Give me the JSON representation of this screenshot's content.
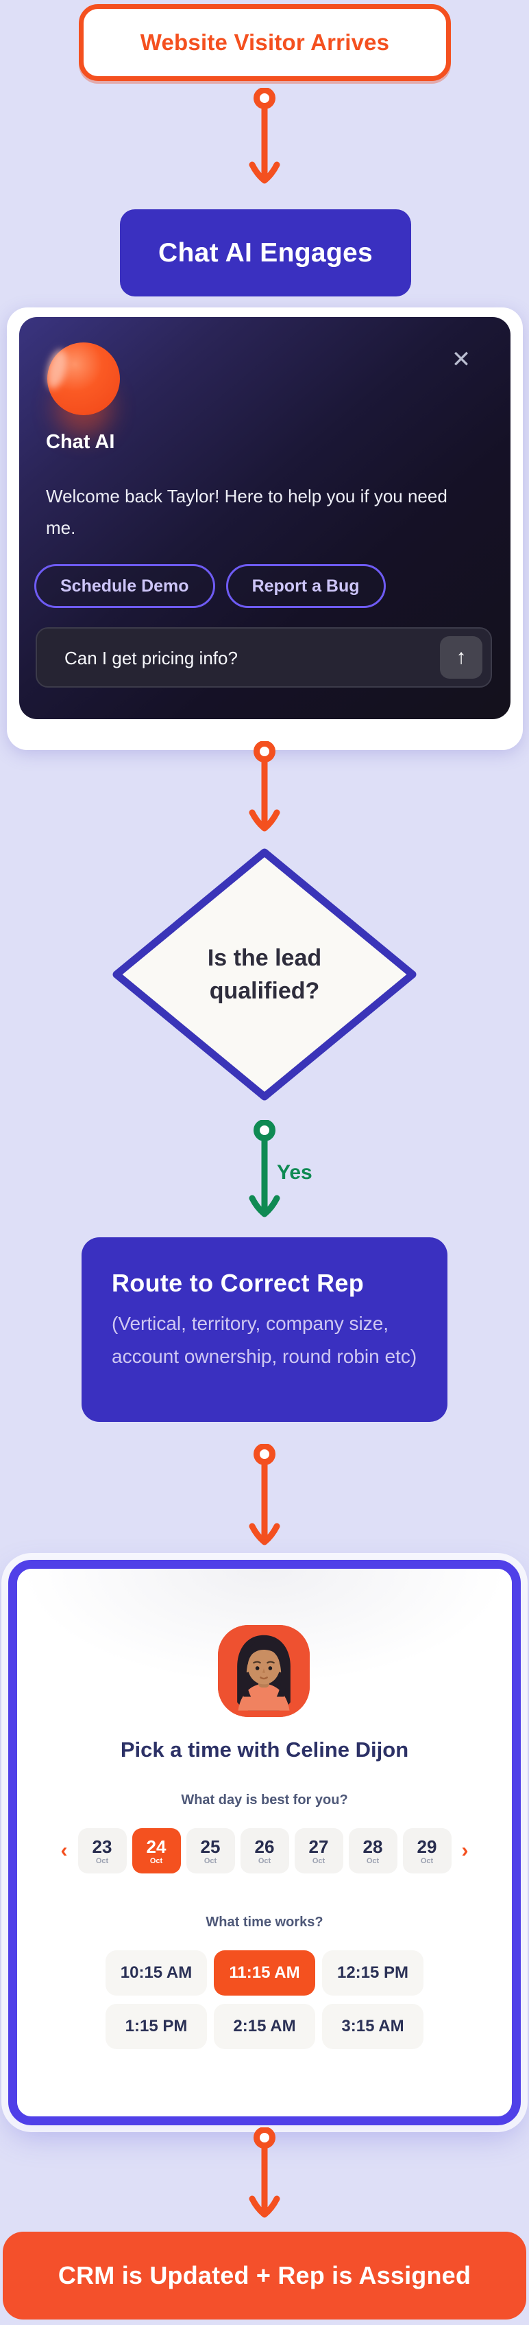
{
  "palette": {
    "background": "#dedff7",
    "orange": "#f4501f",
    "indigo": "#3a30c0",
    "green": "#0f8a53",
    "scheduler_border": "#5040e8",
    "diamond_border": "#3a34b8"
  },
  "flow": {
    "start_label": "Website Visitor Arrives",
    "engage_label": "Chat AI Engages",
    "decision_label": "Is the lead qualified?",
    "yes_label": "Yes",
    "route_heading": "Route to Correct Rep",
    "route_subtext": "(Vertical, territory, company size, account ownership, round robin etc)",
    "crm_label": "CRM is Updated + Rep is Assigned"
  },
  "chat_widget": {
    "title": "Chat AI",
    "message": "Welcome back Taylor! Here to help you if you need me.",
    "quick_replies": [
      "Schedule Demo",
      "Report a Bug"
    ],
    "input_value": "Can I get pricing info?",
    "close_icon": "✕",
    "send_icon": "↑"
  },
  "scheduler": {
    "title": "Pick a time with Celine Dijon",
    "day_question": "What day is best for you?",
    "month_label": "Oct",
    "days": [
      "23",
      "24",
      "25",
      "26",
      "27",
      "28",
      "29"
    ],
    "selected_day": "24",
    "prev_icon": "‹",
    "next_icon": "›",
    "time_question": "What time works?",
    "times": [
      "10:15 AM",
      "11:15 AM",
      "12:15 PM",
      "1:15 PM",
      "2:15 AM",
      "3:15 AM"
    ],
    "selected_time": "11:15 AM"
  }
}
